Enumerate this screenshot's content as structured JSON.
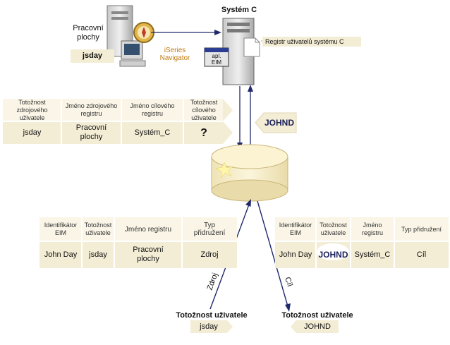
{
  "desktop": {
    "label": "Pracovní\nplochy",
    "user": "jsday",
    "navigator": "iSeries\nNavigator"
  },
  "server": {
    "title": "Systém C",
    "eim_label": "apl.\nEIM",
    "registry_label": "Registr uživatelů systému C",
    "target_user": "JOHND"
  },
  "source_table": {
    "headers": [
      "Totožnost\nzdrojového\nuživatele",
      "Jméno zdrojového\nregistru",
      "Jméno cílového\nregistru",
      "Totožnost\ncílového\nuživatele"
    ],
    "values": [
      "jsday",
      "Pracovní\nplochy",
      "Systém_C",
      "?"
    ]
  },
  "left_assoc": {
    "headers": [
      "Identifikátor\nEIM",
      "Totožnost\nuživatele",
      "Jméno registru",
      "Typ\npřidružení"
    ],
    "values": [
      "John Day",
      "jsday",
      "Pracovní\nplochy",
      "Zdroj"
    ]
  },
  "right_assoc": {
    "headers": [
      "Identifikátor\nEIM",
      "Totožnost\nuživatele",
      "Jméno\nregistru",
      "Typ přidružení"
    ],
    "values": [
      "John Day",
      "JOHND",
      "Systém_C",
      "Cíl"
    ]
  },
  "arrows": {
    "source_label": "Zdroj",
    "target_label": "Cíl"
  },
  "bottom": {
    "left_title": "Totožnost uživatele",
    "left_value": "jsday",
    "right_title": "Totožnost uživatele",
    "right_value": "JOHND"
  },
  "colors": {
    "tan": "#f4edd5",
    "line": "#1f2a6b",
    "border": "#d8cfae",
    "cylinder": "#f6edc9"
  }
}
